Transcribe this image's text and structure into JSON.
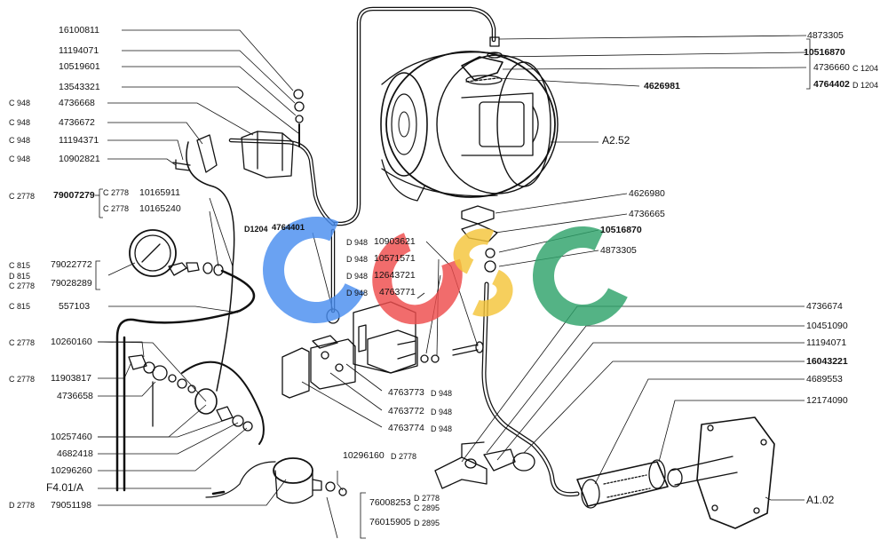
{
  "watermark": {
    "letters": [
      "C",
      "G",
      "S",
      "C"
    ],
    "colors": [
      "#4a8ef0",
      "#ee4d4d",
      "#f5c53a",
      "#2fa36b"
    ]
  },
  "labels": {
    "l_16100811": "16100811",
    "l_11194071a": "11194071",
    "l_10519601": "10519601",
    "l_13543321": "13543321",
    "l_4736668": "4736668",
    "l_4736672": "4736672",
    "l_11194371": "11194371",
    "l_10902821": "10902821",
    "l_79007279": "79007279",
    "l_10165911": "10165911",
    "l_10165240": "10165240",
    "l_4764401": "4764401",
    "l_79022772": "79022772",
    "l_79028289": "79028289",
    "l_557103": "557103",
    "l_10260160": "10260160",
    "l_11903817": "11903817",
    "l_4736658": "4736658",
    "l_10257460": "10257460",
    "l_4682418": "4682418",
    "l_10296260": "10296260",
    "l_f401a": "F4.01/A",
    "l_79051198": "79051198",
    "l_10903621": "10903621",
    "l_10571571": "10571571",
    "l_12643721": "12643721",
    "l_4763771": "4763771",
    "l_4763773": "4763773",
    "l_4763772": "4763772",
    "l_4763774": "4763774",
    "l_10296160": "10296160",
    "l_76008253": "76008253",
    "l_76015905": "76015905",
    "l_4873305a": "4873305",
    "l_10516870a": "10516870",
    "l_4736660": "4736660",
    "l_4764402": "4764402",
    "l_4626981": "4626981",
    "l_a252": "A2.52",
    "l_4626980": "4626980",
    "l_4736665": "4736665",
    "l_10516870b": "10516870",
    "l_4873305b": "4873305",
    "l_4736674": "4736674",
    "l_10451090": "10451090",
    "l_11194071b": "11194071",
    "l_16043221": "16043221",
    "l_4689553": "4689553",
    "l_12174090": "12174090",
    "l_a102": "A1.02"
  },
  "conditions": {
    "c948a": "C 948",
    "c948b": "C 948",
    "c948c": "C 948",
    "c948d": "C 948",
    "c2778a": "C 2778",
    "c2778b": "C 2778",
    "c2778c": "C 2778",
    "d1204a": "D1204",
    "c815a": "C 815",
    "d815": "D 815",
    "c2778d": "C 2778",
    "c815b": "C 815",
    "c2778e": "C 2778",
    "c2778f": "C 2778",
    "d2778a": "D 2778",
    "d948a": "D 948",
    "d948b": "D 948",
    "d948c": "D 948",
    "d948d": "D 948",
    "d948e": "D 948",
    "d948f": "D 948",
    "d948g": "D 948",
    "d2778b": "D 2778",
    "d2778c": "D 2778",
    "c2895": "C 2895",
    "d2895": "D 2895",
    "c1204": "C 1204",
    "d1204b": "D 1204"
  }
}
